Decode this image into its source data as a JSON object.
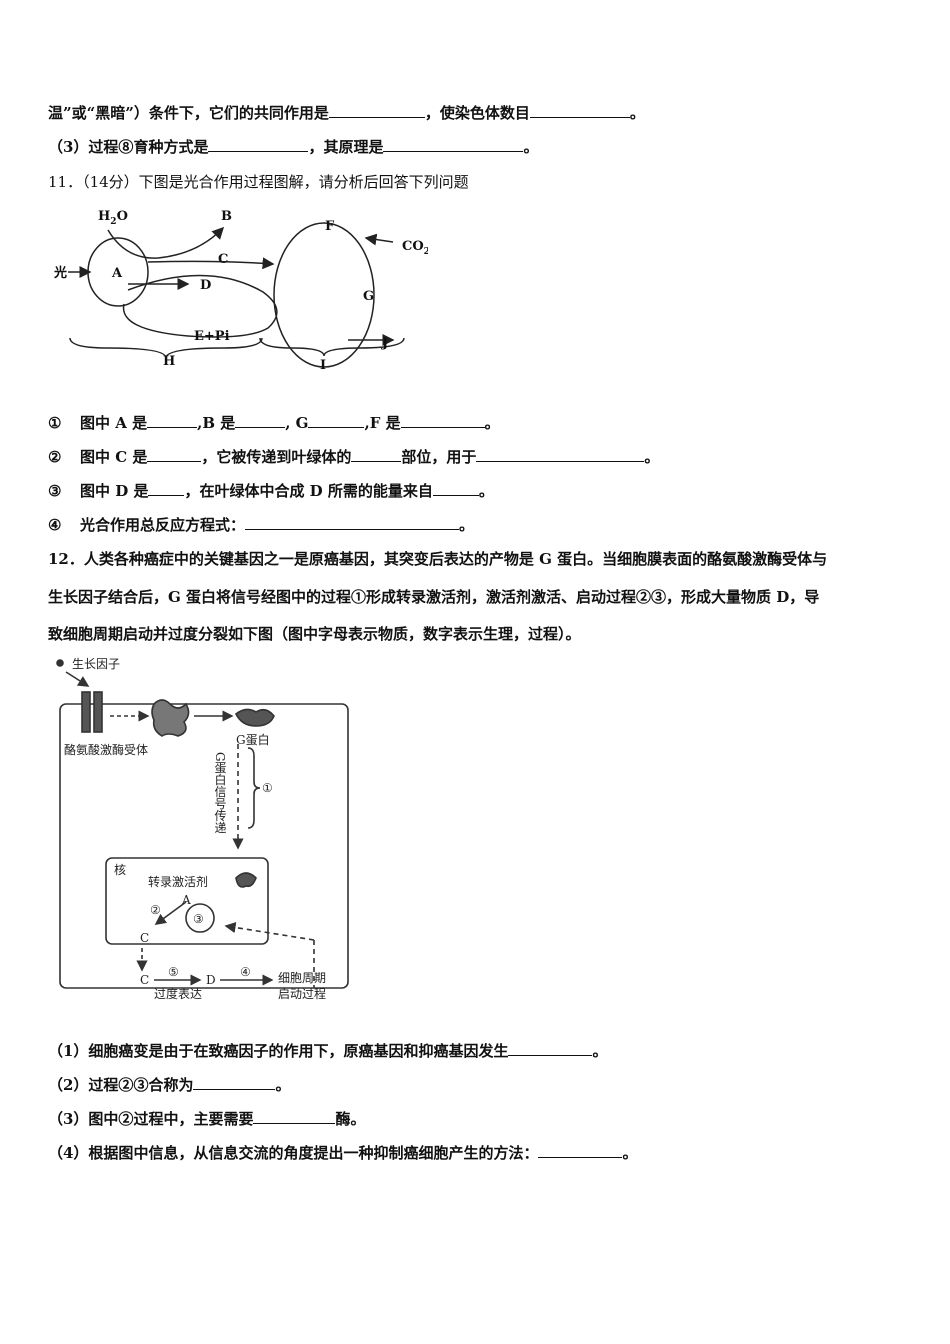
{
  "lines": {
    "l1a": "温”或“黑暗”）条件下，它们的共同作用是",
    "l1b": "，使染色体数目",
    "l1c": "。",
    "l2a": "（3）过程⑧育种方式是",
    "l2b": "，其原理是",
    "l2c": "。",
    "q11": "11．（14分）下图是光合作用过程图解，请分析后回答下列问题",
    "s1n": "①",
    "s1a": "图中 A 是",
    "s1b": ",B 是",
    "s1c": ", G",
    "s1d": ",F 是",
    "s1e": "。",
    "s2n": "②",
    "s2a": "图中 C 是",
    "s2b": "，它被传递到叶绿体的",
    "s2c": "部位，用于",
    "s2d": "。",
    "s3n": "③",
    "s3a": "图中 D 是",
    "s3b": "，在叶绿体中合成 D 所需的能量来自",
    "s3c": "。",
    "s4n": "④",
    "s4a": "光合作用总反应方程式：",
    "s4b": "。",
    "q12a": "12．人类各种癌症中的关键基因之一是原癌基因，其突变后表达的产物是 G 蛋白。当细胞膜表面的酪氨酸激酶受体与",
    "q12b": "生长因子结合后，G 蛋白将信号经图中的过程①形成转录激活剂，激活剂激活、启动过程②③，形成大量物质 D，导",
    "q12c": "致细胞周期启动并过度分裂如下图（图中字母表示物质，数字表示生理，过程）。",
    "a1a": "（1）细胞癌变是由于在致癌因子的作用下，原癌基因和抑癌基因发生",
    "a1b": "。",
    "a2a": "（2）过程②③合称为",
    "a2b": "。",
    "a3a": "（3）图中②过程中，主要需要",
    "a3b": "酶。",
    "a4a": "（4）根据图中信息，从信息交流的角度提出一种抑制癌细胞产生的方法：",
    "a4b": "。"
  },
  "diagram1": {
    "h2o": "H",
    "h2o_sub": "2",
    "h2o_o": "O",
    "light": "光",
    "a": "A",
    "b": "B",
    "c": "C",
    "d": "D",
    "epi": "E+Pi",
    "f": "F",
    "co2": "CO",
    "co2_sub": "2",
    "g": "G",
    "j": "J",
    "h": "H",
    "i": "I"
  },
  "diagram2": {
    "growth_factor": "生长因子",
    "receptor": "酪氨酸激酶受体",
    "g_protein": "G蛋白",
    "cascade": "G蛋白信号传递",
    "step1": "①",
    "nucleus": "核",
    "activator": "转录激活剂",
    "a": "A",
    "step2": "②",
    "step3": "③",
    "c": "C",
    "c2": "C",
    "step5": "⑤",
    "over_expr": "过度表达",
    "d": "D",
    "step4": "④",
    "cell_cycle1": "细胞周期",
    "cell_cycle2": "启动过程"
  }
}
